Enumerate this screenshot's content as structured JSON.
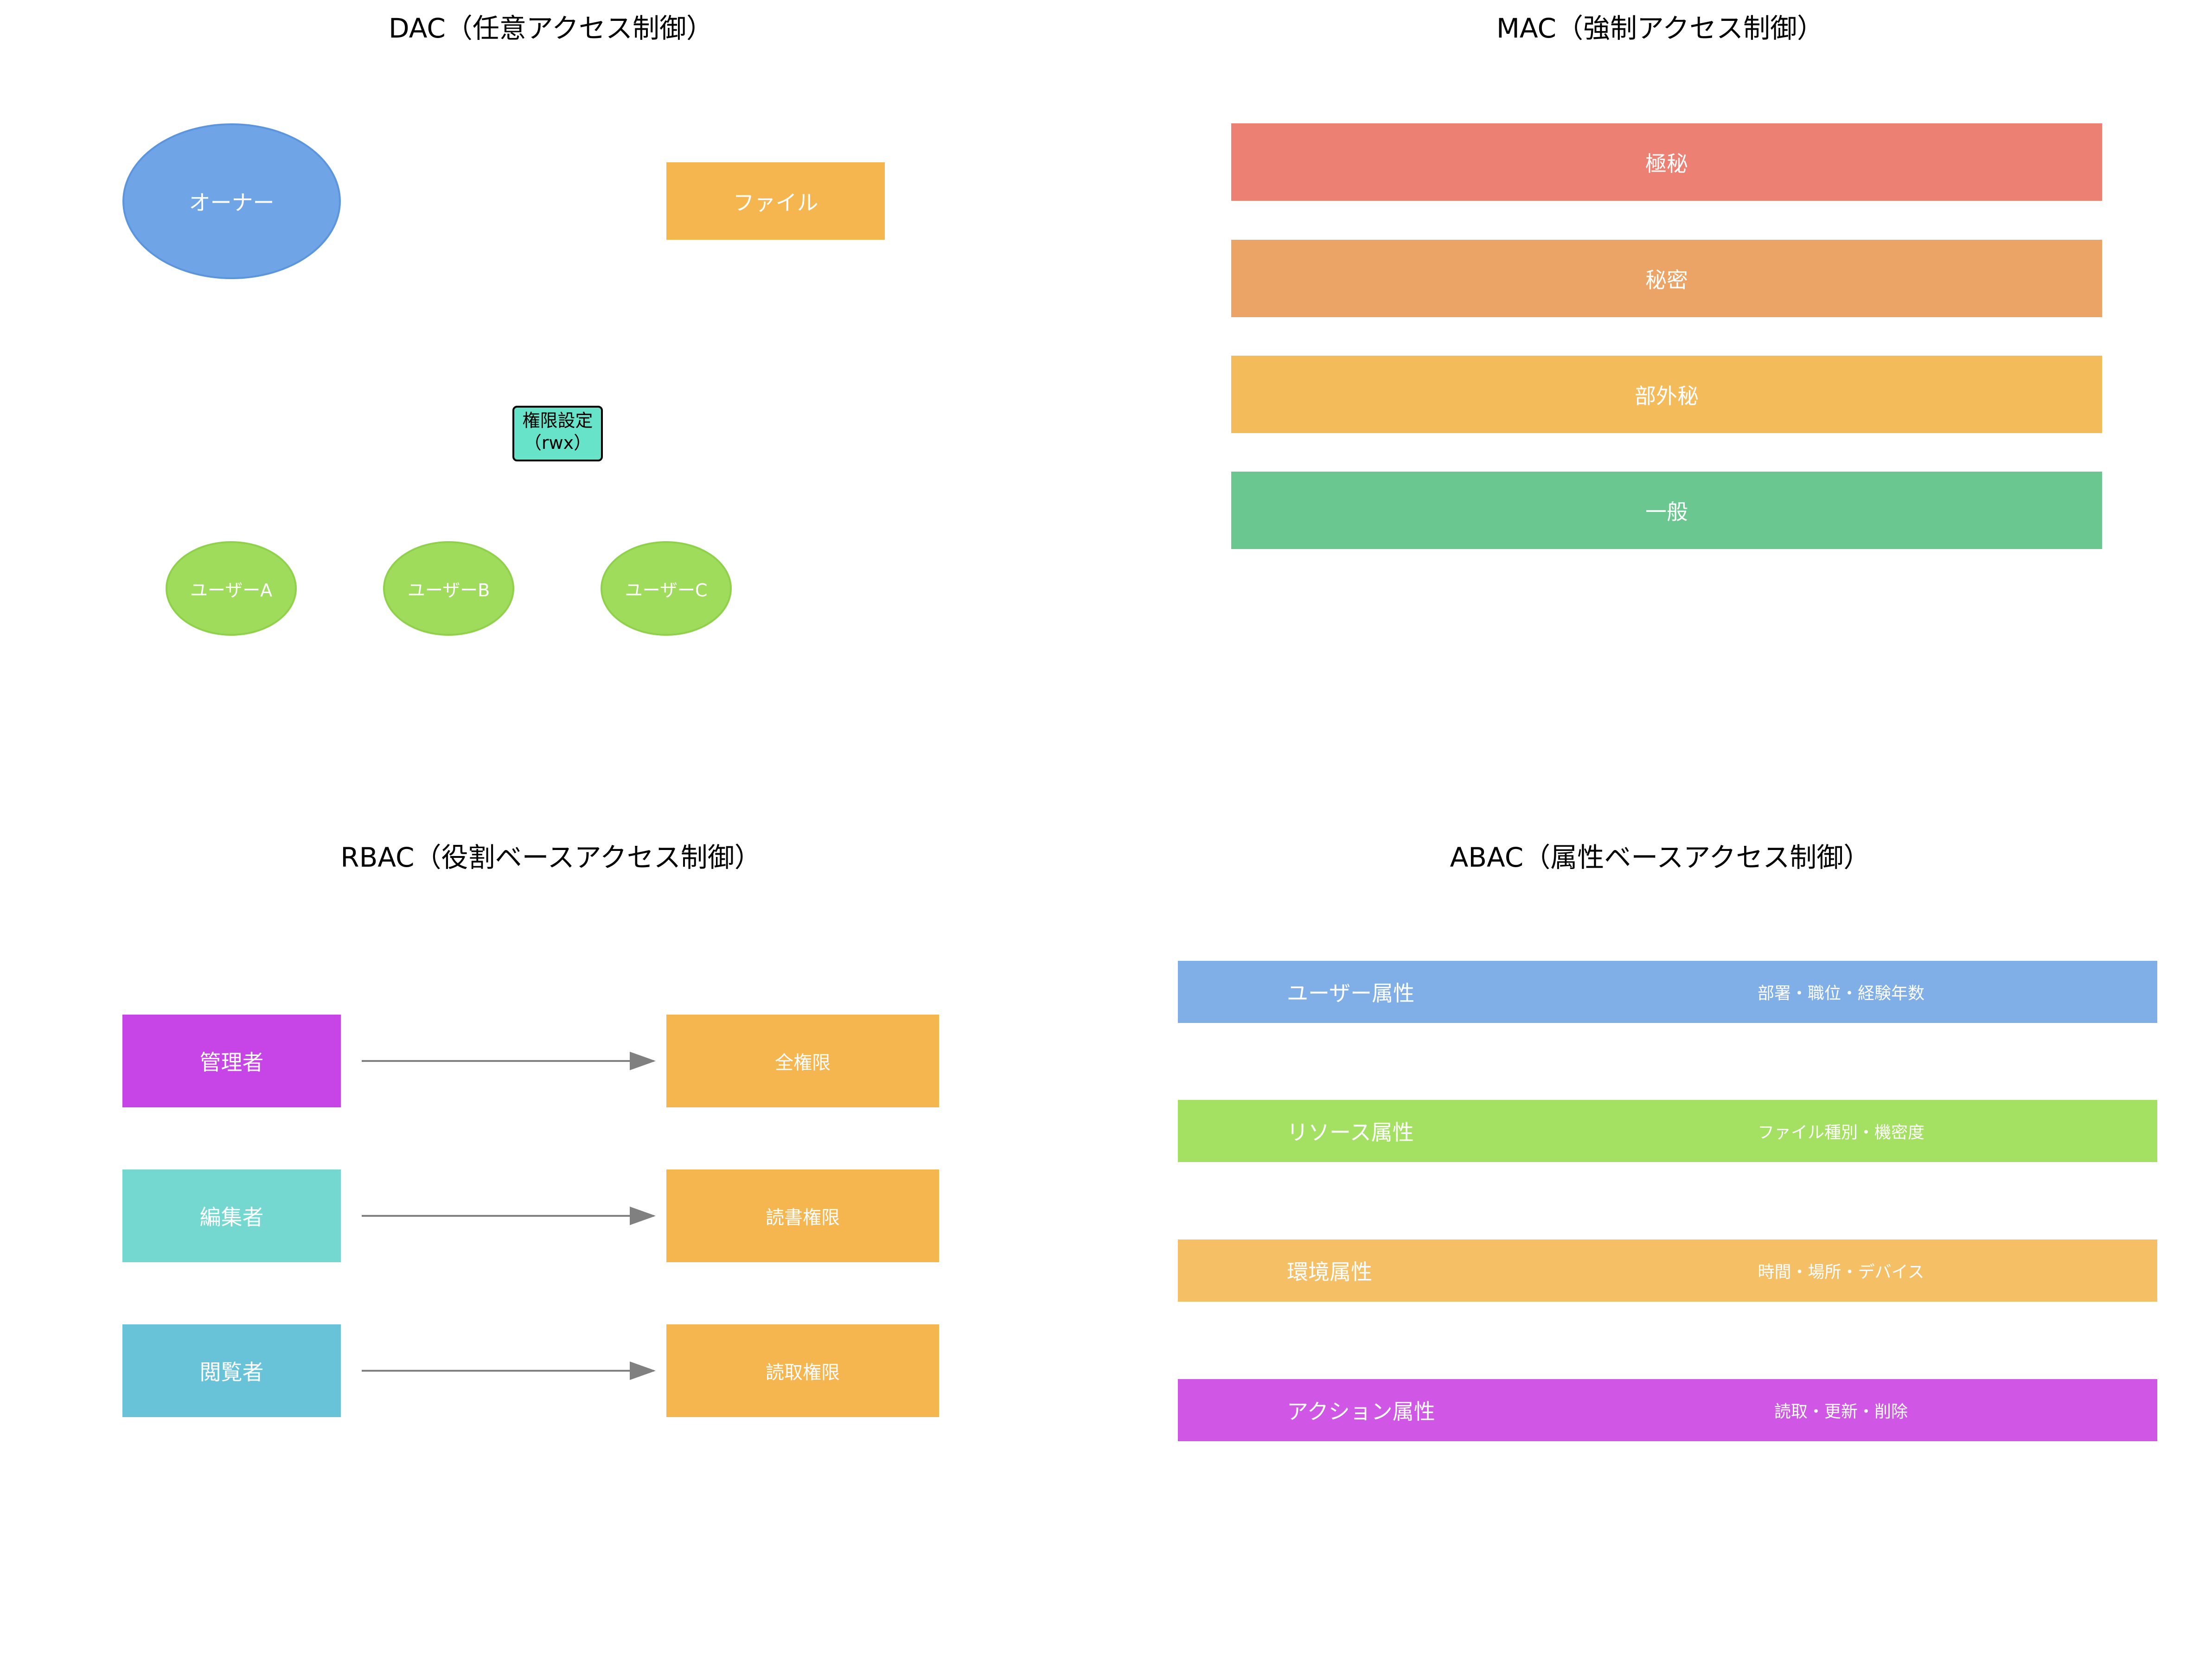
{
  "dac": {
    "title": "DAC（任意アクセス制御）",
    "owner": "オーナー",
    "file": "ファイル",
    "permission_line1": "権限設定",
    "permission_line2": "（rwx）",
    "users": [
      "ユーザーA",
      "ユーザーB",
      "ユーザーC"
    ]
  },
  "mac": {
    "title": "MAC（強制アクセス制御）",
    "levels": [
      {
        "label": "極秘",
        "color": "#ec8173"
      },
      {
        "label": "秘密",
        "color": "#eca466"
      },
      {
        "label": "部外秘",
        "color": "#f4bb5b"
      },
      {
        "label": "一般",
        "color": "#69c78f"
      }
    ]
  },
  "rbac": {
    "title": "RBAC（役割ベースアクセス制御）",
    "roles": [
      {
        "label": "管理者",
        "color": "#c744e6"
      },
      {
        "label": "編集者",
        "color": "#74d8d0"
      },
      {
        "label": "閲覧者",
        "color": "#68c3d8"
      }
    ],
    "permissions": [
      {
        "label": "全権限",
        "color": "#f5b64f"
      },
      {
        "label": "読書権限",
        "color": "#f5b64f"
      },
      {
        "label": "読取権限",
        "color": "#f5b64f"
      }
    ]
  },
  "abac": {
    "title": "ABAC（属性ベースアクセス制御）",
    "attributes": [
      {
        "label": "ユーザー属性",
        "values": "部署・職位・経験年数",
        "color": "#80afe8"
      },
      {
        "label": "リソース属性",
        "values": "ファイル種別・機密度",
        "color": "#a4e163"
      },
      {
        "label": "環境属性",
        "values": "時間・場所・デバイス",
        "color": "#f5bf65"
      },
      {
        "label": "アクション属性",
        "values": "読取・更新・削除",
        "color": "#d056e6"
      }
    ]
  }
}
